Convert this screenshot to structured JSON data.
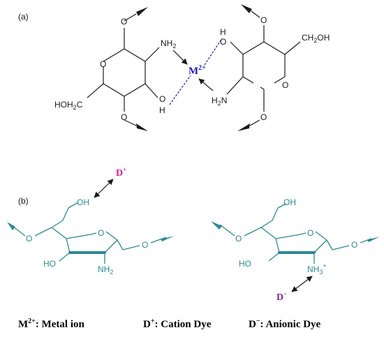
{
  "panel_a": {
    "label": "(a)",
    "left_groups": {
      "nh2": "NH",
      "nh2_sub": "2",
      "oh": "O",
      "oh_h": "H",
      "ring_o": "O",
      "hoh2c": "HOH",
      "hoh2c_sub": "2",
      "hoh2c_c": "C"
    },
    "right_groups": {
      "ho": "H",
      "ho_o": "O",
      "ch2oh": "CH",
      "ch2oh_sub": "2",
      "ch2oh_oh": "OH",
      "nh2": "H",
      "nh2_sub": "2",
      "nh2_n": "N",
      "ring_o": "O"
    },
    "metal": {
      "symbol": "M",
      "charge": "2+"
    }
  },
  "panel_b": {
    "label": "(b)",
    "cation_dye": {
      "symbol": "D",
      "charge": "+"
    },
    "anionic_dye": {
      "symbol": "D",
      "charge": "−"
    },
    "left_ring": {
      "oh_top": "OH",
      "ring_o": "O",
      "o_left": "O",
      "o_right": "O",
      "ho": "HO",
      "nh2": "NH",
      "nh2_sub": "2"
    },
    "right_ring": {
      "oh_top": "OH",
      "ring_o": "O",
      "o_left": "O",
      "o_right": "O",
      "ho": "HO",
      "nh3": "NH",
      "nh3_sub": "3",
      "nh3_charge": "+"
    }
  },
  "legend": [
    {
      "symbol": "M",
      "charge": "2+",
      "text": ": Metal ion"
    },
    {
      "symbol": "D",
      "charge": "+",
      "text": ": Cation Dye"
    },
    {
      "symbol": "D",
      "charge": "−",
      "text": ": Anionic Dye"
    }
  ],
  "colors": {
    "metal": "#1f1fbf",
    "cation": "#e0188c",
    "anion": "#7b2a8a",
    "teal": "#2a8a94",
    "black": "#1a1a1a"
  }
}
